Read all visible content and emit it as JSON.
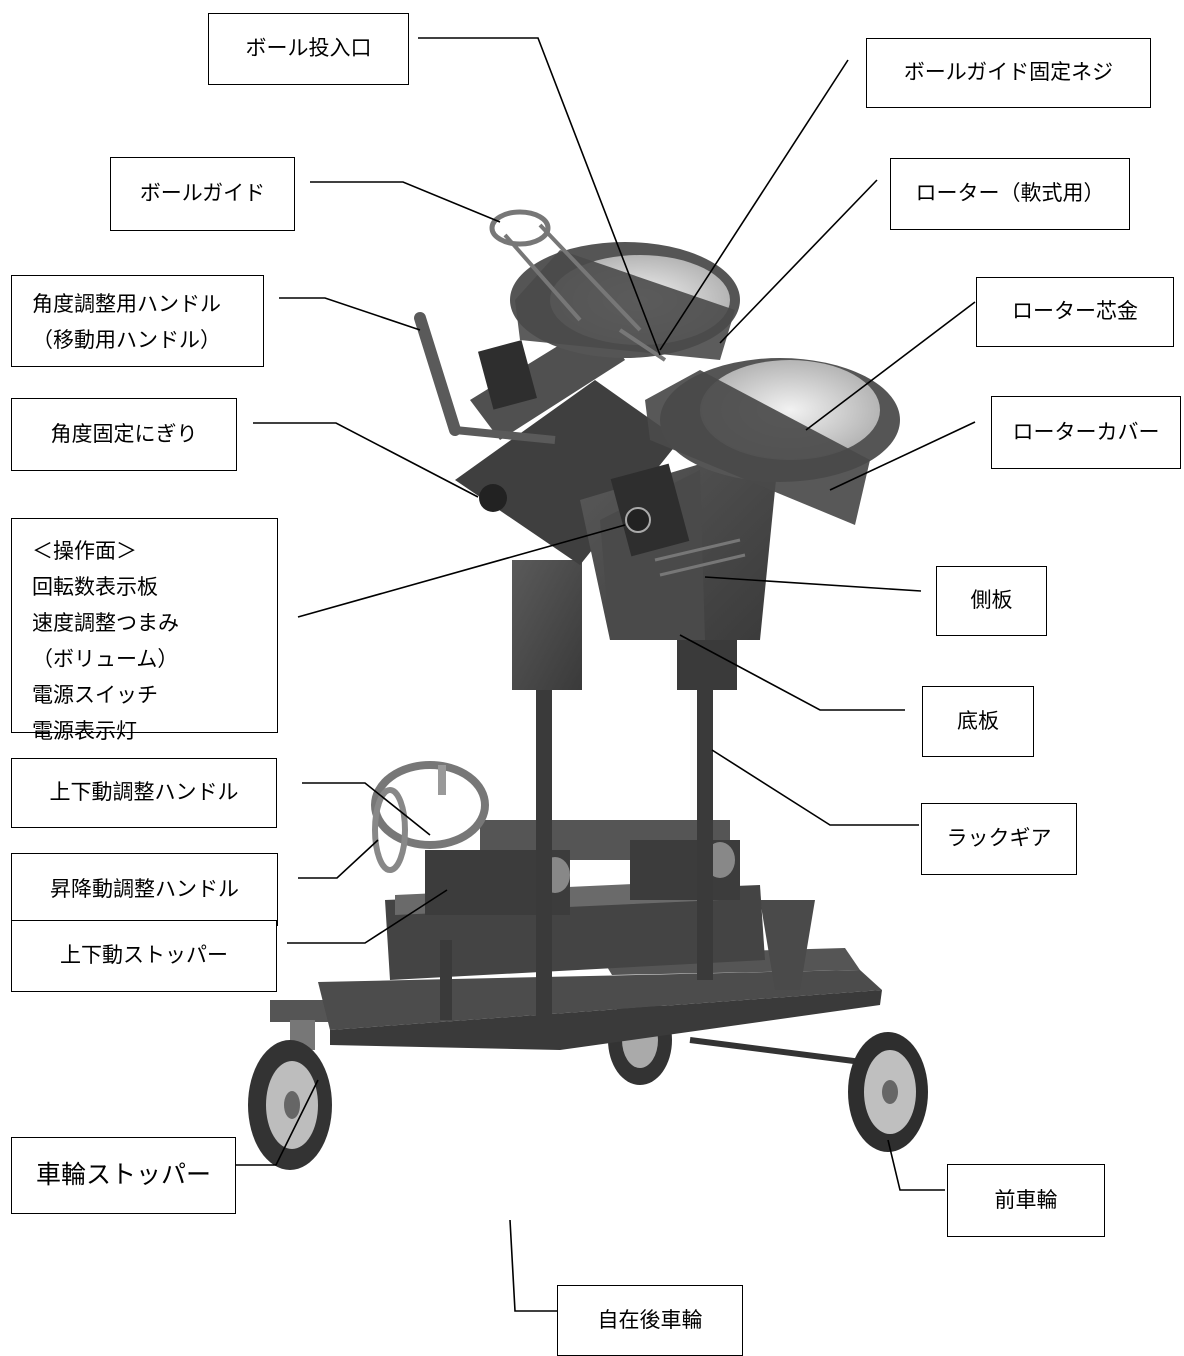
{
  "labels": {
    "ball_inlet": "ボール投入口",
    "ball_guide_screw": "ボールガイド固定ネジ",
    "ball_guide": "ボールガイド",
    "rotor_softball": "ローター（軟式用）",
    "angle_handle": [
      "角度調整用ハンドル",
      "（移動用ハンドル）"
    ],
    "rotor_core": "ローター芯金",
    "angle_grip": "角度固定にぎり",
    "rotor_cover": "ローターカバー",
    "control_panel": [
      "＜操作面＞",
      "回転数表示板",
      "速度調整つまみ",
      "（ボリューム）",
      "電源スイッチ",
      "電源表示灯"
    ],
    "side_plate": "側板",
    "bottom_plate": "底板",
    "updown_handle": "上下動調整ハンドル",
    "rack_gear": "ラックギア",
    "lift_handle": "昇降動調整ハンドル",
    "updown_stopper": "上下動ストッパー",
    "wheel_stopper": "車輪ストッパー",
    "front_wheel": "前車輪",
    "caster_rear_wheel": "自在後車輪"
  },
  "colors": {
    "machine": "#4a4a4a",
    "machine_light": "#8a8a8a",
    "rotor_disc": "#d9d9d9",
    "line": "#000000"
  }
}
